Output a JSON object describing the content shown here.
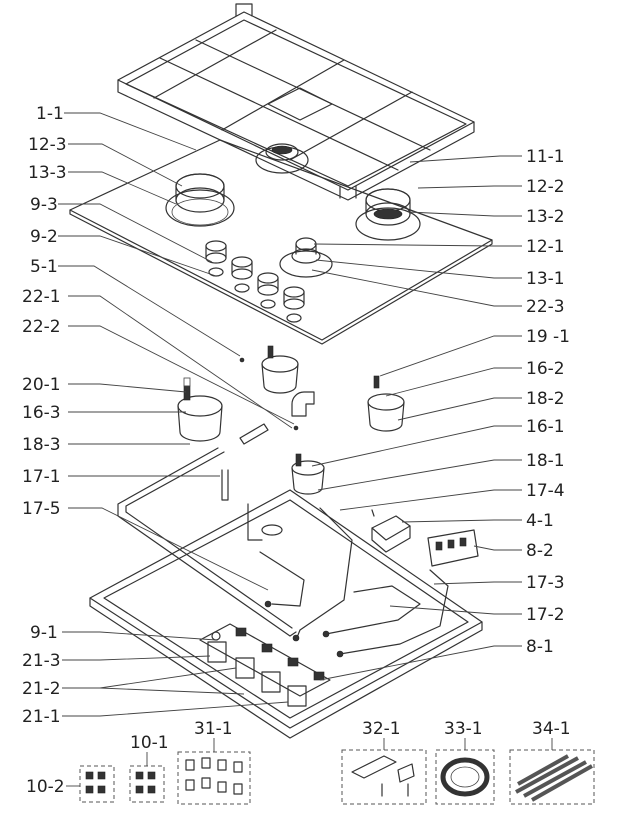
{
  "labels": {
    "l_1_1": "1-1",
    "l_12_3": "12-3",
    "l_13_3": "13-3",
    "l_9_3": "9-3",
    "l_9_2": "9-2",
    "l_5_1": "5-1",
    "l_22_1": "22-1",
    "l_22_2": "22-2",
    "l_20_1": "20-1",
    "l_16_3": "16-3",
    "l_18_3": "18-3",
    "l_17_1": "17-1",
    "l_17_5": "17-5",
    "l_9_1": "9-1",
    "l_21_3": "21-3",
    "l_21_2": "21-2",
    "l_21_1": "21-1",
    "l_10_1": "10-1",
    "l_10_2": "10-2",
    "l_31_1": "31-1",
    "l_32_1": "32-1",
    "l_33_1": "33-1",
    "l_34_1": "34-1",
    "l_11_1": "11-1",
    "l_12_2": "12-2",
    "l_13_2": "13-2",
    "l_12_1": "12-1",
    "l_13_1": "13-1",
    "l_22_3": "22-3",
    "l_19_1": "19 -1",
    "l_16_2": "16-2",
    "l_18_2": "18-2",
    "l_16_1": "16-1",
    "l_18_1": "18-1",
    "l_17_4": "17-4",
    "l_4_1": "4-1",
    "l_8_2": "8-2",
    "l_17_3": "17-3",
    "l_17_2": "17-2",
    "l_8_1": "8-1"
  }
}
